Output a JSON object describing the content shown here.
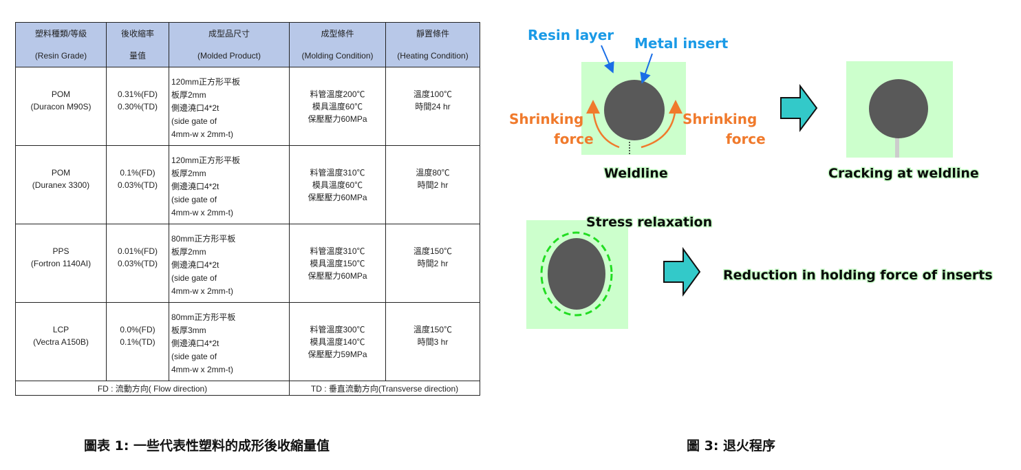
{
  "table": {
    "headers": [
      {
        "zh": "塑料種類/等級",
        "en": "(Resin Grade)"
      },
      {
        "zh": "後收縮率",
        "en": "量值"
      },
      {
        "zh": "成型品尺寸",
        "en": "(Molded Product)"
      },
      {
        "zh": "成型條件",
        "en": "(Molding Condition)"
      },
      {
        "zh": "靜置條件",
        "en": "(Heating Condition)"
      }
    ],
    "rows": [
      {
        "resin": [
          "POM",
          "(Duracon M90S)"
        ],
        "shrink": [
          "0.31%(FD)",
          "0.30%(TD)"
        ],
        "dims": [
          "120mm正方形平板",
          "板厚2mm",
          "側邊澆口4*2t",
          "(side gate of",
          "4mm-w x 2mm-t)"
        ],
        "molding": [
          "料管溫度200℃",
          "模具溫度60℃",
          "保壓壓力60MPa"
        ],
        "heating": [
          "溫度100℃",
          "時間24 hr"
        ]
      },
      {
        "resin": [
          "POM",
          "(Duranex 3300)"
        ],
        "shrink": [
          "0.1%(FD)",
          "0.03%(TD)"
        ],
        "dims": [
          "120mm正方形平板",
          "板厚2mm",
          "側邊澆口4*2t",
          "(side gate of",
          "4mm-w x 2mm-t)"
        ],
        "molding": [
          "料管溫度310℃",
          "模具溫度60℃",
          "保壓壓力60MPa"
        ],
        "heating": [
          "溫度80℃",
          "時間2 hr"
        ]
      },
      {
        "resin": [
          "PPS",
          "(Fortron 1140AI)"
        ],
        "shrink": [
          "0.01%(FD)",
          "0.03%(TD)"
        ],
        "dims": [
          "80mm正方形平板",
          "板厚2mm",
          "側邊澆口4*2t",
          "(side gate of",
          "4mm-w x 2mm-t)"
        ],
        "molding": [
          "料管溫度310℃",
          "模具溫度150℃",
          "保壓壓力60MPa"
        ],
        "heating": [
          "溫度150℃",
          "時間2 hr"
        ]
      },
      {
        "resin": [
          "LCP",
          "(Vectra A150B)"
        ],
        "shrink": [
          "0.0%(FD)",
          "0.1%(TD)"
        ],
        "dims": [
          "80mm正方形平板",
          "板厚3mm",
          "側邊澆口4*2t",
          "(side gate of",
          "4mm-w x 2mm-t)"
        ],
        "molding": [
          "料管溫度300℃",
          "模具溫度140℃",
          "保壓壓力59MPa"
        ],
        "heating": [
          "溫度150℃",
          "時間3 hr"
        ]
      }
    ],
    "footer_fd": "FD : 流動方向( Flow direction)",
    "footer_td": "TD : 垂直流動方向(Transverse direction)"
  },
  "caption_table": "圖表 1: 一些代表性塑料的成形後收縮量值",
  "caption_figure": "圖 3: 退火程序",
  "diagram": {
    "resin_layer": "Resin layer",
    "metal_insert": "Metal insert",
    "shrinking": "Shrinking",
    "force": "force",
    "weldline": "Weldline",
    "cracking": "Cracking at weldline",
    "stress_relaxation": "Stress relaxation",
    "reduction": "Reduction in holding force of inserts",
    "colors": {
      "resin_bg": "#ccffcc",
      "insert": "#595959",
      "arrow_fill": "#33c9c9",
      "dashed_ring": "#22dd22",
      "blue_label": "#1a9ae6",
      "orange_label": "#f07a2c"
    }
  }
}
